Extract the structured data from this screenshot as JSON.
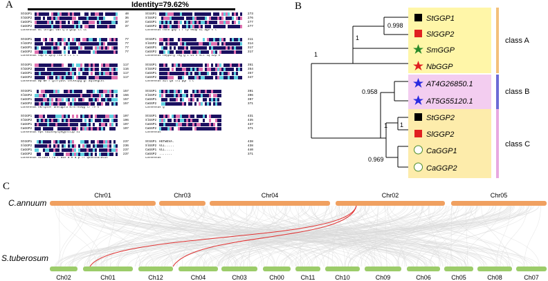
{
  "panelA": {
    "label": "A",
    "identity": "Identity=79.62%",
    "blocks": [
      {
        "names": [
          "StGGP1",
          "SlGGP2",
          "CaGGP1",
          "CaGGP2"
        ],
        "nums": [
          "40",
          "36",
          "37",
          "37"
        ],
        "consensus": "Consensus  ml lkrqpt van q d    gcqc cl cc"
      },
      {
        "names": [
          "StGGP1",
          "SlGGP2",
          "CaGGP1",
          "CaGGP2"
        ],
        "nums": [
          "77",
          "77",
          "77",
          "77"
        ],
        "consensus": "Consensus  snp  s iply fkn          e   fl l l"
      },
      {
        "names": [
          "StGGP1",
          "SlGGP2",
          "CaGGP1",
          "CaGGP2"
        ],
        "nums": [
          "117",
          "116",
          "117",
          "117"
        ],
        "consensus": "Consensus  wp we r   glfrydvt cetkvipg  gf aqlnegchl"
      },
      {
        "names": [
          "StGGP1",
          "SlGGP2",
          "CaGGP1",
          "CaGGP2"
        ],
        "nums": [
          "157",
          "156",
          "157",
          "157"
        ],
        "consensus": "Consensus  hkrtptef  dhvlqpfd   kfnfrkvqg  lf fe s"
      },
      {
        "names": [
          "StGGP1",
          "SlGGP2",
          "CaGGP1",
          "CaGGP2"
        ],
        "nums": [
          "197",
          "196",
          "197",
          "197"
        ],
        "consensus": "Consensus         eps  vainvsplyegyhllip vi"
      },
      {
        "names": [
          "StGGP1",
          "SlGGP2",
          "CaGGP1",
          "CaGGP2"
        ],
        "nums": [
          "237",
          "236",
          "237",
          "237"
        ],
        "consensus": "Consensus sclosrl rd f  aih a e a p fr qvnslnafatin"
      },
      {
        "names": [
          "StGGP1",
          "SlGGP2",
          "CaGGP1",
          "CaGGP2"
        ],
        "nums": [
          "273",
          "276",
          "277",
          "277"
        ],
        "consensus": "Consensus nshh gay l f fp ekap ki       agv  s l"
      },
      {
        "names": [
          "StGGP1",
          "SlGGP2",
          "CaGGP1",
          "CaGGP2"
        ],
        "nums": [
          "311",
          "314",
          "317",
          "317"
        ],
        "consensus": "Consensus nnypvrg  feg  g t  dl   v  scl lq  nzp n"
      },
      {
        "names": [
          "StGGP1",
          "SlGGP2",
          "CaGGP1",
          "CaGGP2"
        ],
        "nums": [
          "351",
          "354",
          "357",
          "347"
        ],
        "consensus": "Consensus  ail   ga lfi pgr          l  t"
      },
      {
        "names": [
          "StGGP1",
          "SlGGP2",
          "CaGGP1",
          "CaGGP2"
        ],
        "nums": [
          "391",
          "396",
          "397",
          "371"
        ],
        "consensus": "Consensus  g"
      },
      {
        "names": [
          "StGGP1",
          "SlGGP2",
          "CaGGP1",
          "CaGGP2"
        ],
        "nums": [
          "431",
          "435",
          "437",
          "371"
        ],
        "consensus": "Consensus"
      },
      {
        "names": [
          "StGGP1",
          "SlGGP2",
          "CaGGP1",
          "CaGGP2"
        ],
        "nums": [
          "438",
          "438",
          "440",
          "371"
        ],
        "consensus": "Consensus",
        "tail": [
          "HGTWGVA.",
          "VLL.....",
          "VLL.....",
          "......."
        ]
      }
    ]
  },
  "panelB": {
    "label": "B",
    "taxa": [
      "StGGP1",
      "SlGGP2",
      "SmGGP",
      "NbGGP",
      "AT4G26850.1",
      "AT5G55120.1",
      "StGGP2",
      "SlGGP2",
      "CaGGP1",
      "CaGGP2"
    ],
    "bootstrap": [
      "0.998",
      "1",
      "1",
      "0.958",
      "1",
      "1",
      "0.969"
    ],
    "classes": [
      "class A",
      "class B",
      "class C"
    ],
    "colors": {
      "classA_bar": "#f3c07a",
      "classB_bar": "#6b6bd6",
      "classC_bar": "#e8a8e0",
      "classA_bg": "#fff6a8",
      "classB_bg": "#f3cdf0",
      "classC_bg": "#fbe0b0"
    }
  },
  "panelC": {
    "label": "C",
    "genome1": "C.annuum",
    "genome2": "S.tuberosum",
    "chrs_top": [
      "Chr01",
      "Chr03",
      "Chr04",
      "Chr02",
      "Chr05"
    ],
    "chrs_bottom": [
      "Ch02",
      "Ch01",
      "Ch12",
      "Ch04",
      "Ch03",
      "Ch00",
      "Ch11",
      "Ch10",
      "Ch09",
      "Ch06",
      "Ch05",
      "Ch08",
      "Ch07"
    ],
    "colors": {
      "top": "#f0a060",
      "bottom": "#9ccc6a",
      "synteny": "#d9d9d9",
      "highlight": "#e03030"
    }
  }
}
